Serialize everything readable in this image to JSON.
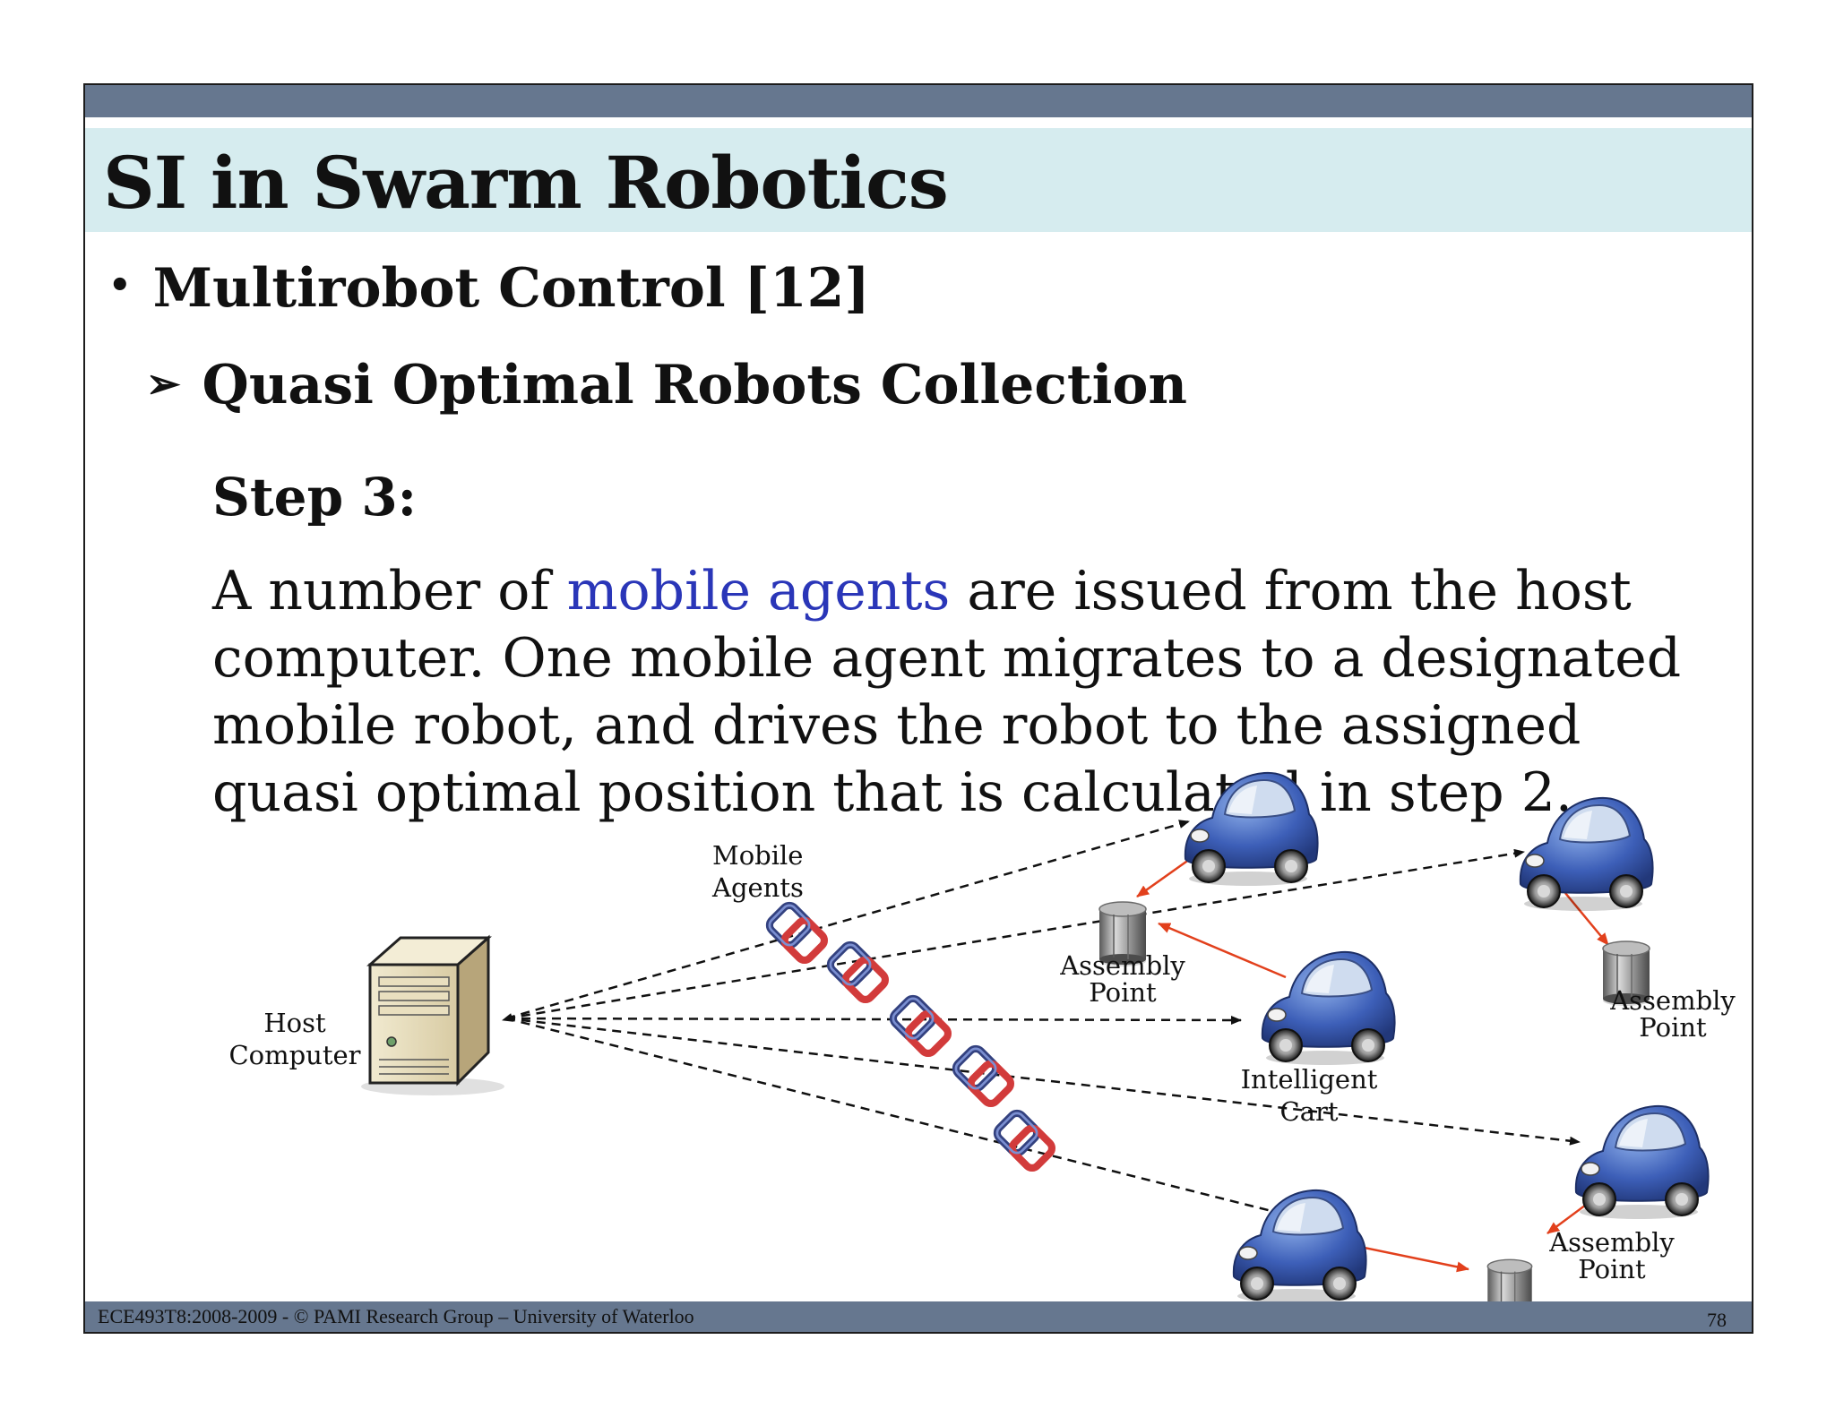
{
  "slide": {
    "title": "SI in Swarm Robotics",
    "bullet_1": "Multirobot Control [12]",
    "bullet_2": "Quasi Optimal Robots Collection",
    "step": "Step 3:",
    "body_pre": "A number of ",
    "body_highlight": "mobile agents",
    "body_post": " are issued from the host computer. One mobile agent migrates to a designated mobile robot, and drives the robot to the assigned quasi optimal position that is calculated in step 2."
  },
  "diagram": {
    "host_label_1": "Host",
    "host_label_2": "Computer",
    "agents_label_1": "Mobile",
    "agents_label_2": "Agents",
    "assembly_label_1": "Assembly",
    "assembly_label_2": "Point",
    "cart_label_1": "Intelligent",
    "cart_label_2": "Cart"
  },
  "footer": {
    "left": "ECE493T8:2008-2009 -  ©    PAMI Research Group – University of Waterloo",
    "page": "78"
  },
  "colors": {
    "bar": "#66778f",
    "title_band": "#d6ecef",
    "highlight": "#2a36b8",
    "red_arrow": "#e2401c",
    "car_blue": "#3d5fb8"
  }
}
